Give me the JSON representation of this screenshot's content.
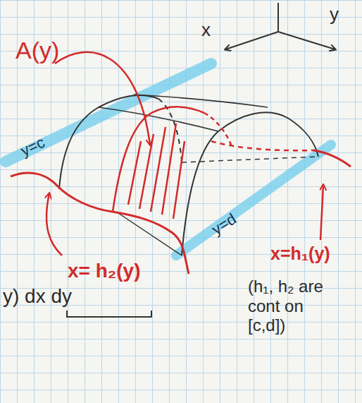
{
  "diagram": {
    "labels": [
      "A(y)",
      "x",
      "y",
      "y=c",
      "x= h₂(y)",
      "y=d",
      "x=h₁(y)",
      "y) dx dy",
      "(h₁, h₂ are cont on [c,d])"
    ]
  }
}
